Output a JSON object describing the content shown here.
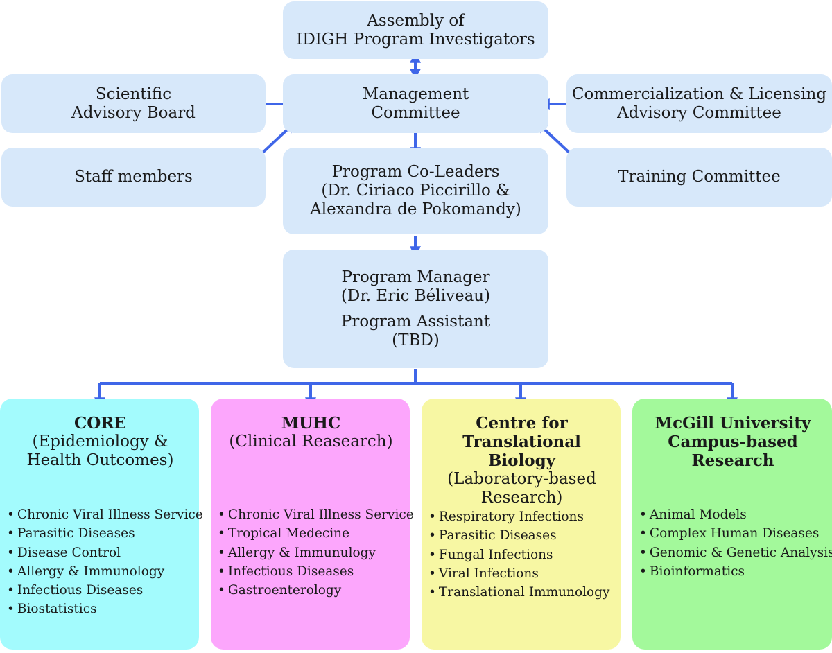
{
  "assembly": [
    "Assembly of",
    "IDIGH Program Investigators"
  ],
  "scientific_board": [
    "Scientific",
    "Advisory Board"
  ],
  "management": [
    "Management",
    "Committee"
  ],
  "commercialization": [
    "Commercialization & Licensing",
    "Advisory Committee"
  ],
  "staff": "Staff members",
  "co_leaders": [
    "Program Co-Leaders",
    "(Dr. Ciriaco Piccirillo &",
    "Alexandra de Pokomandy)"
  ],
  "training": "Training Committee",
  "manager": [
    "Program Manager",
    "(Dr. Eric Béliveau)"
  ],
  "assistant": [
    "Program Assistant",
    "(TBD)"
  ],
  "units": [
    {
      "bold": [
        "CORE"
      ],
      "sub": [
        "(Epidemiology &",
        "Health Outcomes)"
      ],
      "items": [
        "Chronic Viral Illness Service",
        "Parasitic Diseases",
        "Disease Control",
        "Allergy & Immunology",
        "Infectious Diseases",
        "Biostatistics"
      ]
    },
    {
      "bold": [
        "MUHC"
      ],
      "sub": [
        "(Clinical Reasearch)"
      ],
      "items": [
        "Chronic Viral Illness Service",
        "Tropical Medecine",
        "Allergy & Immunulogy",
        "Infectious Diseases",
        "Gastroenterology"
      ]
    },
    {
      "bold": [
        "Centre for",
        "Translational Biology"
      ],
      "sub": [
        "(Laboratory-based",
        "Research)"
      ],
      "items": [
        "Respiratory Infections",
        "Parasitic Diseases",
        "Fungal Infections",
        "Viral Infections",
        "Translational Immunology"
      ]
    },
    {
      "bold": [
        "McGill University",
        "Campus-based",
        "Research"
      ],
      "sub": [],
      "items": [
        "Animal Models",
        "Complex Human Diseases",
        "Genomic & Genetic Analysis",
        "Bioinformatics"
      ]
    }
  ],
  "colors": {
    "box": "#d7e8fa",
    "arrow": "#3f66e8",
    "core": "#a3fbfd",
    "muhc": "#fca6fc",
    "ctb": "#f7f7a3",
    "mcgill": "#a3f99b"
  }
}
